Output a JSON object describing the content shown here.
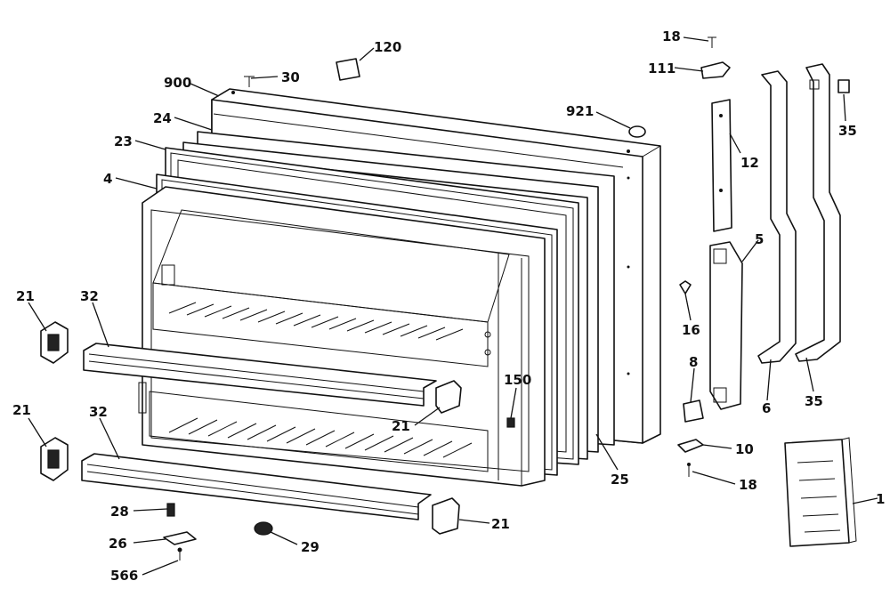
{
  "callouts": {
    "p120": "120",
    "p30": "30",
    "p900": "900",
    "p24": "24",
    "p23": "23",
    "p4": "4",
    "p921": "921",
    "p18_top": "18",
    "p111": "111",
    "p12": "12",
    "p35_top": "35",
    "p5": "5",
    "p16": "16",
    "p8": "8",
    "p6": "6",
    "p35_bottom": "35",
    "p10": "10",
    "p18_bottom": "18",
    "p1": "1",
    "p21_left_top": "21",
    "p32_top": "32",
    "p21_left_bottom": "21",
    "p32_bottom": "32",
    "p21_center": "21",
    "p150": "150",
    "p25": "25",
    "p21_bottom": "21",
    "p28": "28",
    "p26": "26",
    "p29": "29",
    "p566": "566"
  },
  "colors": {
    "line": "#111111",
    "background": "#ffffff"
  }
}
